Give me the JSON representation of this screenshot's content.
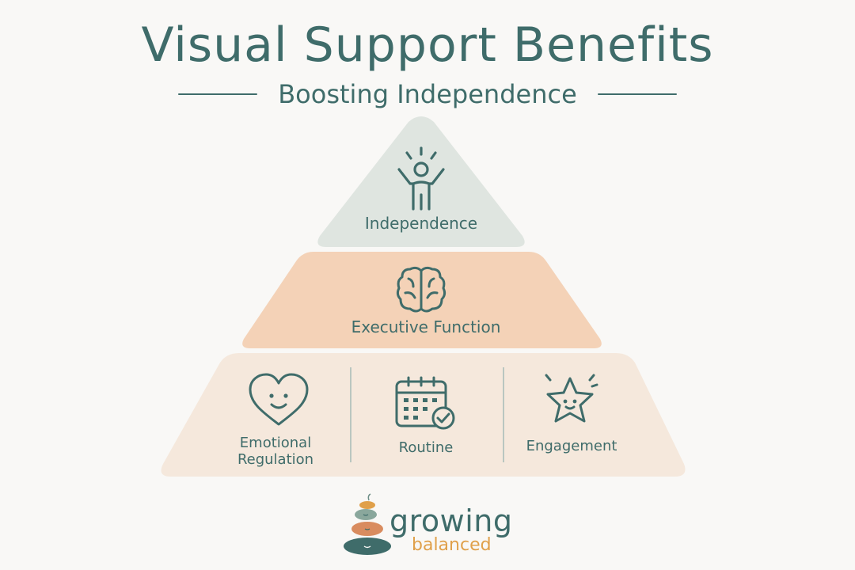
{
  "header": {
    "title": "Visual Support Benefits",
    "subtitle": "Boosting Independence"
  },
  "pyramid": {
    "top": {
      "label": "Independence",
      "icon": "person-raising-arms-icon",
      "color": "#dfe5e0"
    },
    "middle": {
      "label": "Executive Function",
      "icon": "brain-icon",
      "color": "#f4d2b7"
    },
    "base": {
      "color": "#f5e8dc",
      "items": [
        {
          "label_line1": "Emotional",
          "label_line2": "Regulation",
          "icon": "smiling-heart-icon"
        },
        {
          "label": "Routine",
          "icon": "calendar-check-icon"
        },
        {
          "label": "Engagement",
          "icon": "smiling-star-icon"
        }
      ]
    }
  },
  "logo": {
    "word1": "growing",
    "word2": "balanced",
    "colors": {
      "teal": "#3f6c6a",
      "orange": "#e0a04a"
    }
  }
}
